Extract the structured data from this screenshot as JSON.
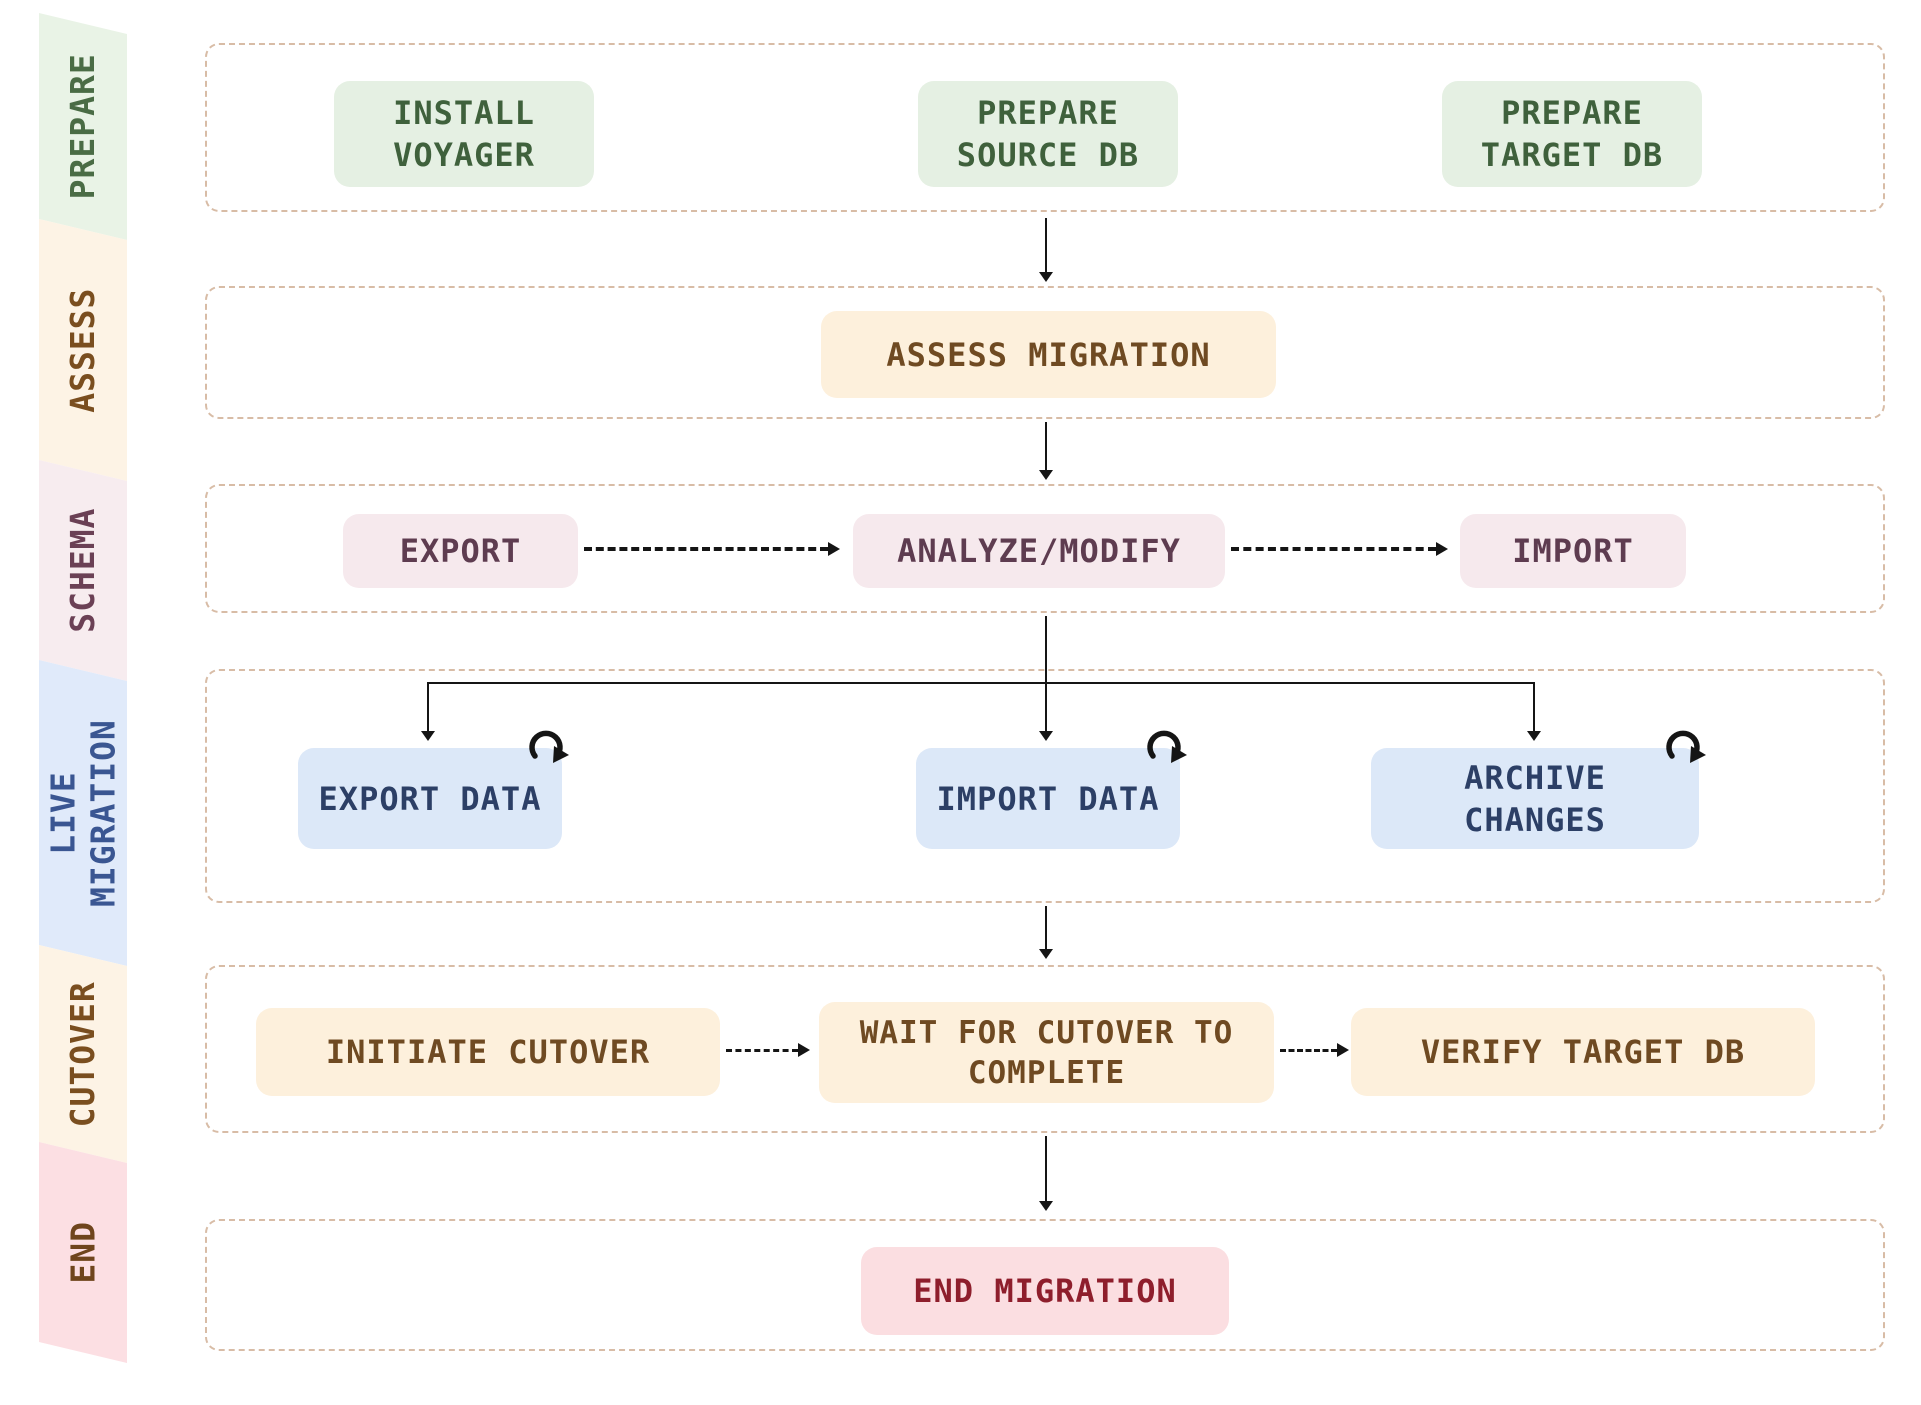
{
  "diagram": {
    "sidebar": [
      {
        "id": "prepare",
        "label": "PREPARE"
      },
      {
        "id": "assess",
        "label": "ASSESS"
      },
      {
        "id": "schema",
        "label": "SCHEMA"
      },
      {
        "id": "live-migration",
        "label": "LIVE\nMIGRATION"
      },
      {
        "id": "cutover",
        "label": "CUTOVER"
      },
      {
        "id": "end",
        "label": "END"
      }
    ],
    "nodes": {
      "install_voyager": "INSTALL\nVOYAGER",
      "prepare_source_db": "PREPARE\nSOURCE DB",
      "prepare_target_db": "PREPARE\nTARGET DB",
      "assess_migration": "ASSESS MIGRATION",
      "export_schema": "EXPORT",
      "analyze_modify": "ANALYZE/MODIFY",
      "import_schema": "IMPORT",
      "export_data": "EXPORT DATA",
      "import_data": "IMPORT DATA",
      "archive_changes": "ARCHIVE\nCHANGES",
      "initiate_cutover": "INITIATE CUTOVER",
      "wait_for_cutover": "WAIT FOR CUTOVER TO\nCOMPLETE",
      "verify_target_db": "VERIFY TARGET DB",
      "end_migration": "END MIGRATION"
    },
    "icons": {
      "loop": "repeat-loop-icon"
    },
    "palette": {
      "prepare_bg": "#e5f0e3",
      "prepare_text": "#3f613c",
      "assess_bg": "#fdf0dc",
      "assess_text": "#6f4a22",
      "schema_bg": "#f6e9ed",
      "schema_text": "#5e3c50",
      "live_bg": "#dce8f8",
      "live_text": "#2c3f66",
      "cutover_bg": "#fdf0dc",
      "cutover_text": "#6f4a22",
      "end_bg": "#fbdee1",
      "end_text": "#8e1e2c",
      "row_border": "#d8bca6",
      "connector": "#151515"
    }
  }
}
